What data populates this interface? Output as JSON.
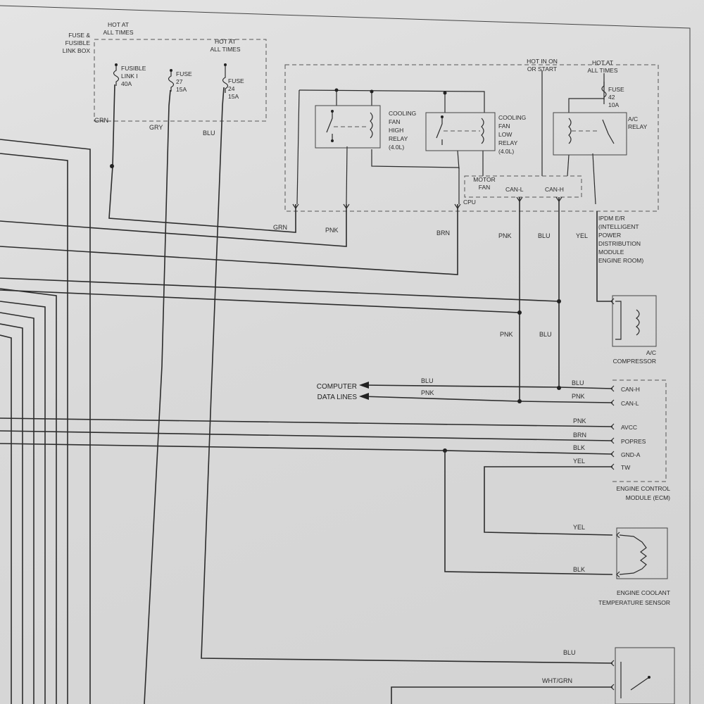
{
  "fuse_box": {
    "title": [
      "FUSE &",
      "FUSIBLE",
      "LINK BOX"
    ],
    "hot1": [
      "HOT AT",
      "ALL TIMES"
    ],
    "hot2": [
      "HOT AT",
      "ALL TIMES"
    ],
    "link1": [
      "FUSIBLE",
      "LINK I",
      "40A"
    ],
    "fuse27": [
      "FUSE",
      "27",
      "15A"
    ],
    "fuse24": [
      "FUSE",
      "24",
      "15A"
    ]
  },
  "wires": {
    "grn": "GRN",
    "gry": "GRY",
    "blu": "BLU",
    "grn2": "GRN",
    "pnk": "PNK",
    "brn": "BRN",
    "pnk_top": "PNK",
    "blu_top": "BLU",
    "yel_top": "YEL",
    "pnk_mid": "PNK",
    "blu_mid": "BLU",
    "blu_data": "BLU",
    "pnk_data": "PNK",
    "ecm_blu": "BLU",
    "ecm_pnk": "PNK",
    "ecm_pnk2": "PNK",
    "ecm_brn": "BRN",
    "ecm_blk": "BLK",
    "ecm_yel": "YEL",
    "ect_yel": "YEL",
    "ect_blk": "BLK",
    "bottom_blu": "BLU",
    "bottom_whtgrn": "WHT/GRN"
  },
  "ipdm": {
    "hot_run": [
      "HOT IN ON",
      "OR START"
    ],
    "hot_at": [
      "HOT AT",
      "ALL TIMES"
    ],
    "fuse42": [
      "FUSE",
      "42",
      "10A"
    ],
    "ac_relay": [
      "A/C",
      "RELAY"
    ],
    "fan_high": [
      "COOLING",
      "FAN",
      "HIGH",
      "RELAY",
      "(4.0L)"
    ],
    "fan_low": [
      "COOLING",
      "FAN",
      "LOW",
      "RELAY",
      "(4.0L)"
    ],
    "motor_fan": [
      "MOTOR",
      "FAN"
    ],
    "can_l": "CAN-L",
    "can_h": "CAN-H",
    "cpu": "CPU",
    "title": [
      "IPDM E/R",
      "(INTELLIGENT",
      "POWER",
      "DISTRIBUTION",
      "MODULE",
      "ENGINE ROOM)"
    ]
  },
  "ac_compressor": [
    "A/C",
    "COMPRESSOR"
  ],
  "computer_data_lines": [
    "COMPUTER",
    "DATA LINES"
  ],
  "ecm": {
    "pins": [
      "CAN-H",
      "CAN-L",
      "AVCC",
      "POPRES",
      "GND-A",
      "TW"
    ],
    "title": [
      "ENGINE CONTROL",
      "MODULE (ECM)"
    ]
  },
  "ect_sensor": [
    "ENGINE COOLANT",
    "TEMPERATURE SENSOR"
  ]
}
